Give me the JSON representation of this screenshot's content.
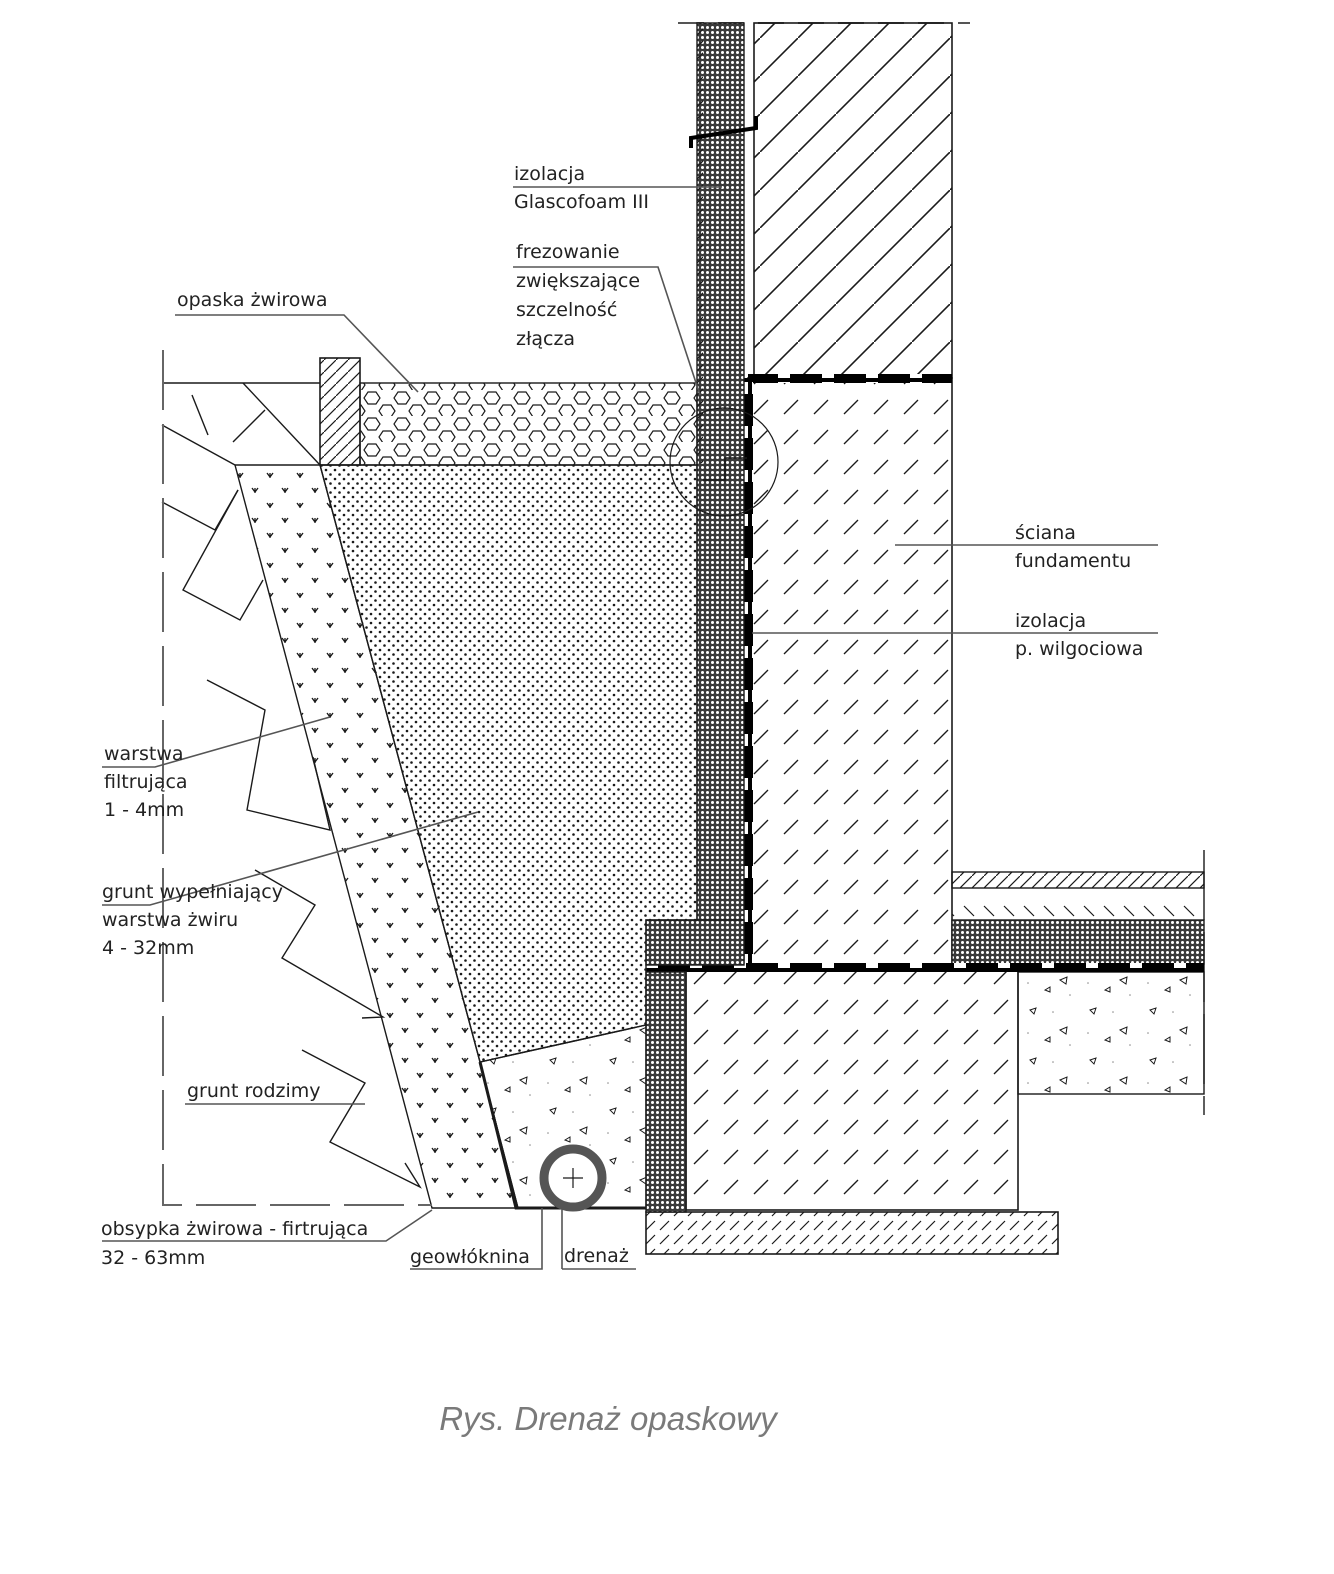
{
  "caption": "Rys. Drenaż opaskowy",
  "labels": {
    "insulation_glascofoam": [
      "izolacja",
      "Glascofoam III"
    ],
    "milling": [
      "frezowanie",
      "zwiększające",
      "szczelność",
      "złącza"
    ],
    "gravel_band": [
      "opaska żwirowa"
    ],
    "foundation_wall": [
      "ściana",
      "fundamentu"
    ],
    "moisture_insulation": [
      "izolacja",
      "p. wilgociowa"
    ],
    "filter_layer": [
      "warstwa",
      "filtrująca",
      "1 - 4mm"
    ],
    "fill_soil": [
      "grunt wypełniający",
      "warstwa żwiru",
      "4 - 32mm"
    ],
    "native_soil": [
      "grunt rodzimy"
    ],
    "gravel_backfill": [
      "obsypka żwirowa - firtrująca",
      "32 - 63mm"
    ],
    "geotextile": [
      "geowłóknina"
    ],
    "drain": [
      "drenaż"
    ]
  },
  "colors": {
    "line": "#1a1a1a",
    "leader": "#555555",
    "caption": "#7a7a7a"
  }
}
